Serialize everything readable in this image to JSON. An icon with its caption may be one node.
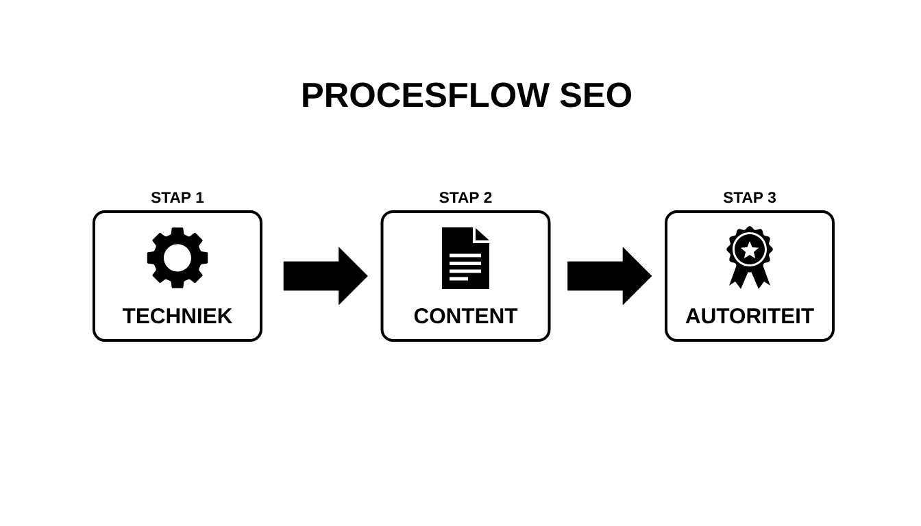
{
  "diagram": {
    "title": "PROCESFLOW SEO",
    "nodes": [
      {
        "text": [
          "STAP 1",
          "TECHNIEK"
        ]
      },
      {
        "text": [
          "STAP 2",
          "CONTENT"
        ]
      },
      {
        "text": [
          "STAP 3",
          "AUTORITEIT"
        ]
      }
    ],
    "edges": [
      {
        "from": 0,
        "to": 1,
        "arrow": "to"
      },
      {
        "from": 1,
        "to": 2,
        "arrow": "to"
      }
    ]
  }
}
